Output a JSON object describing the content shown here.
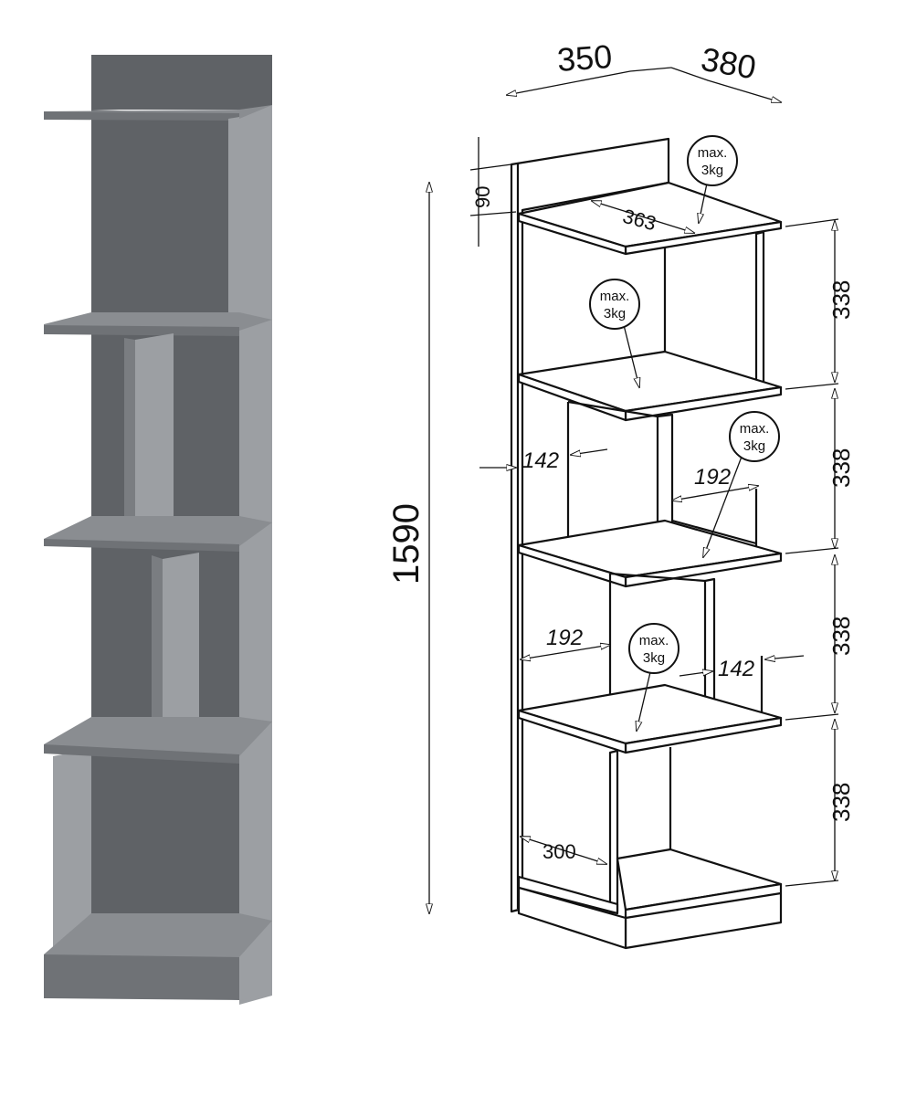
{
  "colors": {
    "shelf_top": "#8a8d91",
    "shelf_edge": "#6f7276",
    "panel_side": "#9c9fa3",
    "panel_back": "#5f6266",
    "panel_inner": "#7a7d81",
    "line": "#111111"
  },
  "dimensions": {
    "depth_left": "350",
    "depth_right": "380",
    "total_height": "1590",
    "top_back_height": "90",
    "top_shelf_width": "363",
    "bay_height_1": "338",
    "bay_height_2": "338",
    "bay_height_3": "338",
    "bay_height_4": "338",
    "divider_gap_a": "142",
    "divider_gap_b": "192",
    "divider_gap_c": "192",
    "divider_gap_d": "142",
    "bottom_width": "300"
  },
  "load_labels": [
    {
      "line1": "max.",
      "line2": "3kg"
    },
    {
      "line1": "max.",
      "line2": "3kg"
    },
    {
      "line1": "max.",
      "line2": "3kg"
    },
    {
      "line1": "max.",
      "line2": "3kg"
    }
  ]
}
